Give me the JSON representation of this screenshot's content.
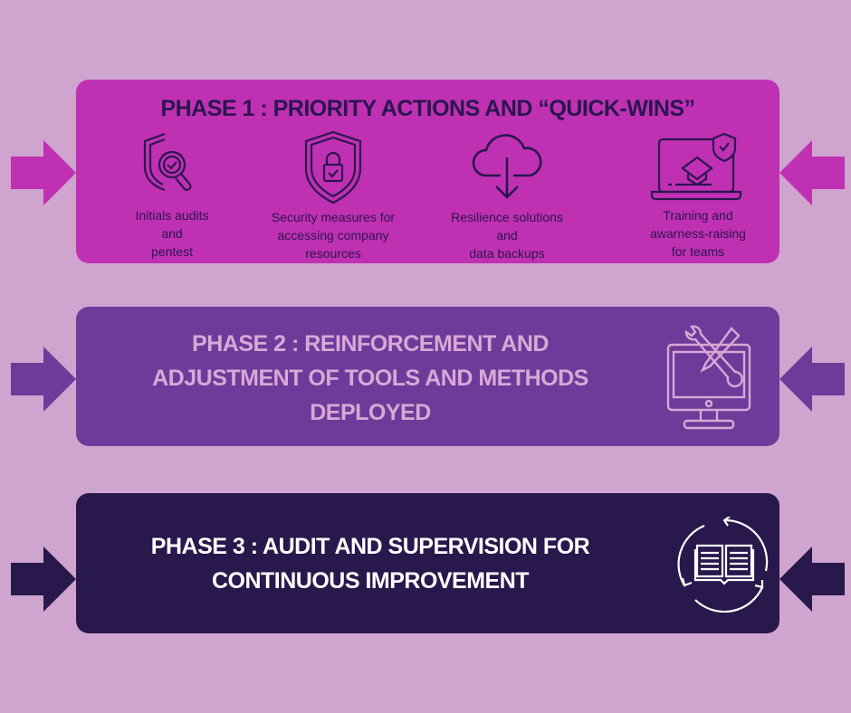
{
  "colors": {
    "background": "#cfa4cf",
    "phase1": "#c030b2",
    "phase2": "#703a9a",
    "phase3": "#28184c",
    "dark_text": "#2a1650",
    "phase2_text": "#d8a8d6"
  },
  "phase1": {
    "title": "PHASE 1 : PRIORITY ACTIONS AND “QUICK-WINS”",
    "items": [
      {
        "icon": "shield-magnifier-icon",
        "lines": [
          "Initials audits",
          "and",
          "pentest"
        ]
      },
      {
        "icon": "shield-lock-icon",
        "lines": [
          "Security measures for",
          "accessing company",
          "resources"
        ]
      },
      {
        "icon": "cloud-download-icon",
        "lines": [
          "Resilience solutions",
          "and",
          "data backups"
        ]
      },
      {
        "icon": "laptop-graduation-icon",
        "lines": [
          "Training and",
          "awarness-raising",
          "for teams"
        ]
      }
    ]
  },
  "phase2": {
    "title_lines": [
      "PHASE 2 : REINFORCEMENT AND",
      "ADJUSTMENT OF TOOLS AND METHODS",
      "DEPLOYED"
    ],
    "icon": "monitor-tools-icon"
  },
  "phase3": {
    "title_lines": [
      "PHASE 3 : AUDIT AND SUPERVISION FOR",
      "CONTINUOUS IMPROVEMENT"
    ],
    "icon": "book-cycle-icon"
  }
}
